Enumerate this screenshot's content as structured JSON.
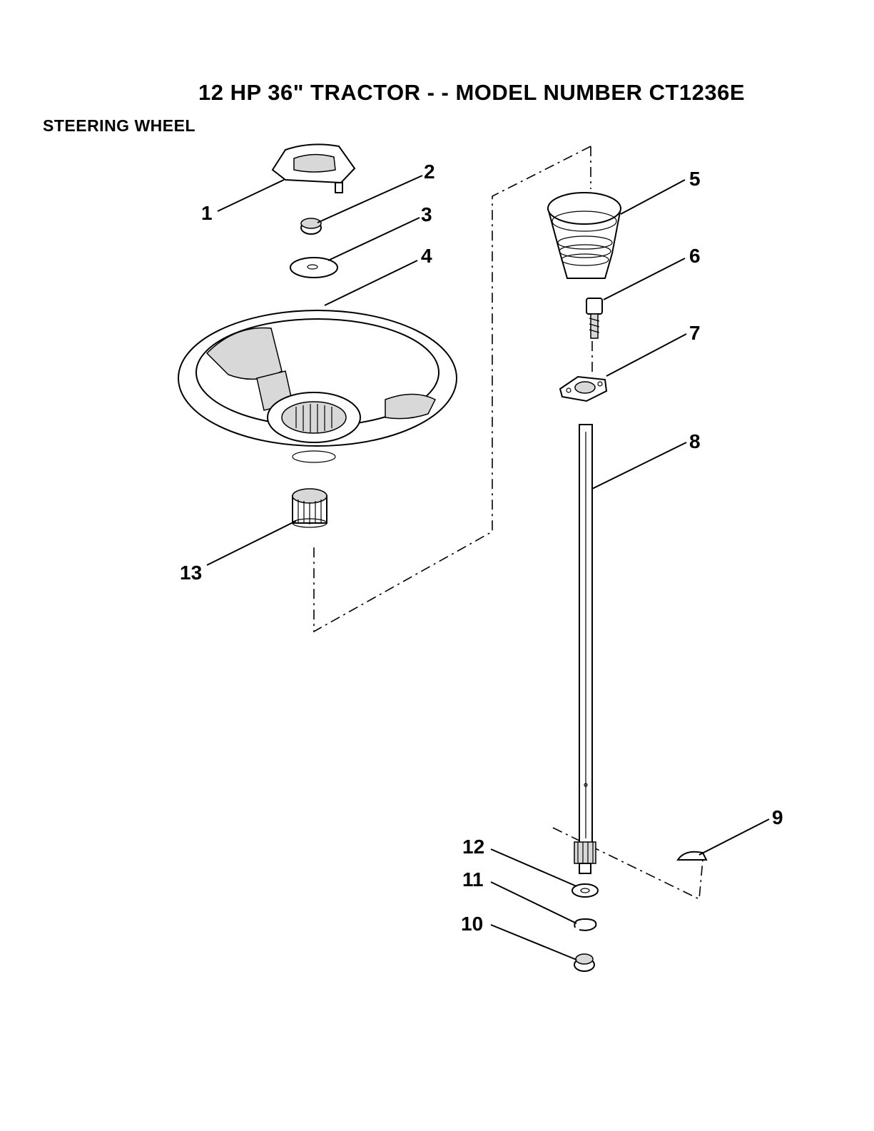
{
  "header": {
    "title": "12 HP 36\" TRACTOR - - MODEL NUMBER CT1236E",
    "section": "STEERING WHEEL"
  },
  "callouts": [
    {
      "id": "1",
      "label": "1"
    },
    {
      "id": "2",
      "label": "2"
    },
    {
      "id": "3",
      "label": "3"
    },
    {
      "id": "4",
      "label": "4"
    },
    {
      "id": "5",
      "label": "5"
    },
    {
      "id": "6",
      "label": "6"
    },
    {
      "id": "7",
      "label": "7"
    },
    {
      "id": "8",
      "label": "8"
    },
    {
      "id": "9",
      "label": "9"
    },
    {
      "id": "10",
      "label": "10"
    },
    {
      "id": "11",
      "label": "11"
    },
    {
      "id": "12",
      "label": "12"
    },
    {
      "id": "13",
      "label": "13"
    }
  ]
}
